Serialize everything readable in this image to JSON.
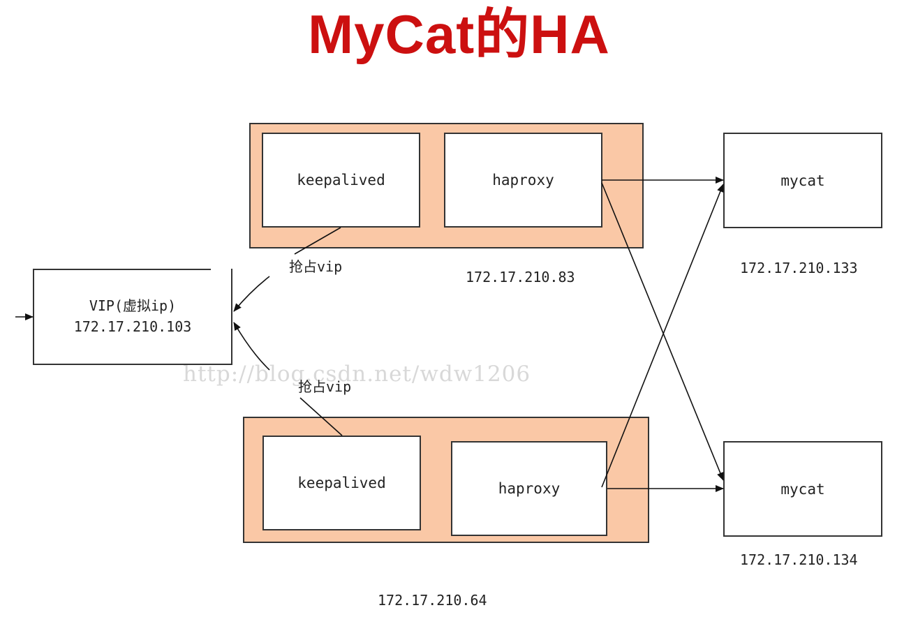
{
  "title": "MyCat的HA",
  "colors": {
    "title": "#cc1010",
    "group_fill": "#fac8a6",
    "line": "#111111",
    "box_border": "#333333"
  },
  "vip": {
    "line1": "VIP(虚拟ip)",
    "line2": "172.17.210.103"
  },
  "top_group": {
    "keepalived": "keepalived",
    "haproxy": "haproxy",
    "ip": "172.17.210.83"
  },
  "bottom_group": {
    "keepalived": "keepalived",
    "haproxy": "haproxy",
    "ip": "172.17.210.64"
  },
  "mycat_top": {
    "label": "mycat",
    "ip": "172.17.210.133"
  },
  "mycat_bottom": {
    "label": "mycat",
    "ip": "172.17.210.134"
  },
  "grab_vip_top": "抢占vip",
  "grab_vip_bottom": "抢占vip",
  "watermark": "http://blog.csdn.net/wdw1206"
}
